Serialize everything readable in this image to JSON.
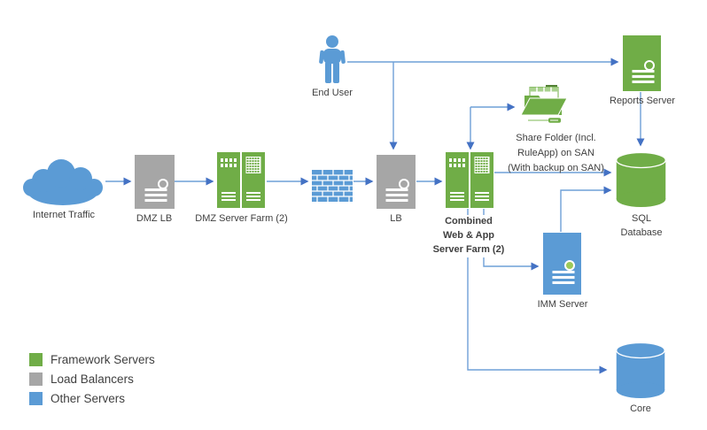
{
  "diagram": {
    "type": "network-architecture",
    "nodes": {
      "internet_traffic": {
        "label": "Internet Traffic",
        "category": "other",
        "shape": "cloud"
      },
      "dmz_lb": {
        "label": "DMZ LB",
        "category": "load-balancer",
        "shape": "server-tower"
      },
      "dmz_server_farm": {
        "label": "DMZ Server Farm (2)",
        "category": "framework",
        "shape": "server-rack-pair"
      },
      "firewall": {
        "category": "other",
        "shape": "brick-wall"
      },
      "lb": {
        "label": "LB",
        "category": "load-balancer",
        "shape": "server-tower"
      },
      "end_user": {
        "label": "End User",
        "category": "other",
        "shape": "person"
      },
      "combined_farm": {
        "label_lines": [
          "Combined",
          "Web & App",
          "Server Farm (2)"
        ],
        "category": "framework",
        "shape": "server-rack-pair"
      },
      "share_folder": {
        "label_lines": [
          "Share Folder (Incl.",
          "RuleApp) on SAN",
          "(With backup on SAN)"
        ],
        "category": "framework",
        "shape": "folder"
      },
      "reports_server": {
        "label": "Reports Server",
        "category": "framework",
        "shape": "server-tower"
      },
      "sql_database": {
        "label_lines": [
          "SQL",
          "Database"
        ],
        "category": "framework",
        "shape": "cylinder"
      },
      "imm_server": {
        "label": "IMM Server",
        "category": "other",
        "shape": "server-tower"
      },
      "core": {
        "label": "Core",
        "category": "other",
        "shape": "cylinder"
      }
    },
    "connections": [
      {
        "from": "internet_traffic",
        "to": "dmz_lb"
      },
      {
        "from": "dmz_lb",
        "to": "dmz_server_farm"
      },
      {
        "from": "dmz_server_farm",
        "to": "firewall"
      },
      {
        "from": "firewall",
        "to": "lb"
      },
      {
        "from": "lb",
        "to": "combined_farm"
      },
      {
        "from": "end_user",
        "to": "reports_server"
      },
      {
        "from": "end_user",
        "to": "lb"
      },
      {
        "from": "combined_farm",
        "to": "share_folder",
        "bidirectional": true
      },
      {
        "from": "combined_farm",
        "to": "sql_database"
      },
      {
        "from": "reports_server",
        "to": "sql_database"
      },
      {
        "from": "combined_farm",
        "to": "imm_server"
      },
      {
        "from": "imm_server",
        "to": "sql_database"
      },
      {
        "from": "combined_farm",
        "to": "core"
      }
    ],
    "legend": [
      {
        "label": "Framework Servers",
        "color": "#70AD47"
      },
      {
        "label": "Load Balancers",
        "color": "#A6A6A6"
      },
      {
        "label": "Other Servers",
        "color": "#5B9BD5"
      }
    ],
    "colors": {
      "framework": "#70AD47",
      "load_balancer": "#A6A6A6",
      "other": "#5B9BD5",
      "connector": "#6FA0D7",
      "arrowhead": "#4472C4",
      "text": "#404040"
    }
  }
}
